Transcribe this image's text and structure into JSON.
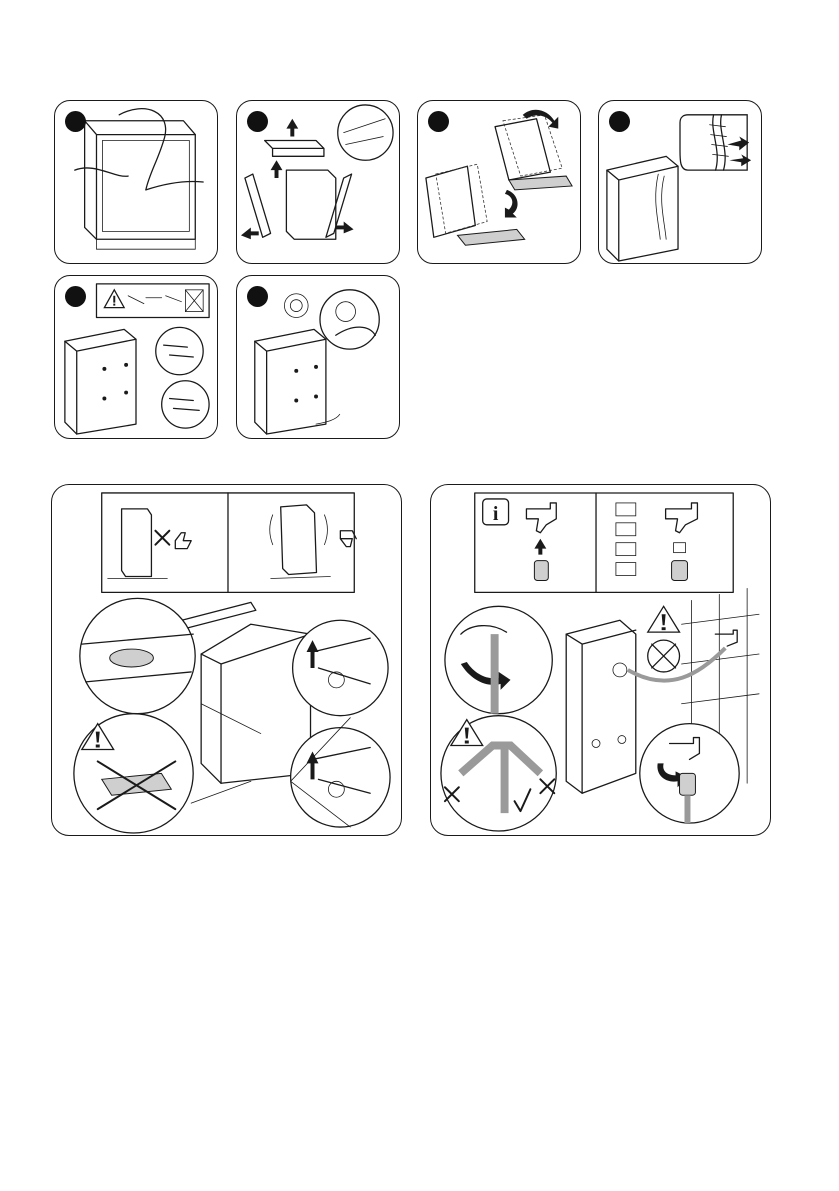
{
  "steps": [
    {
      "id": "step-1",
      "number": ""
    },
    {
      "id": "step-2",
      "number": ""
    },
    {
      "id": "step-3",
      "number": ""
    },
    {
      "id": "step-4",
      "number": ""
    },
    {
      "id": "step-5",
      "number": ""
    },
    {
      "id": "step-6",
      "number": ""
    }
  ],
  "icons": {
    "warning": "warning-triangle-icon",
    "info": "info-icon",
    "thumbs_up": "thumbs-up-icon",
    "thumbs_down": "thumbs-down-icon",
    "cross": "cross-icon",
    "check": "check-icon"
  },
  "info_panel": {
    "info_glyph": "i"
  },
  "colors": {
    "line": "#1a1a1a",
    "hose_grey": "#9a9a9a",
    "badge": "#111111"
  }
}
